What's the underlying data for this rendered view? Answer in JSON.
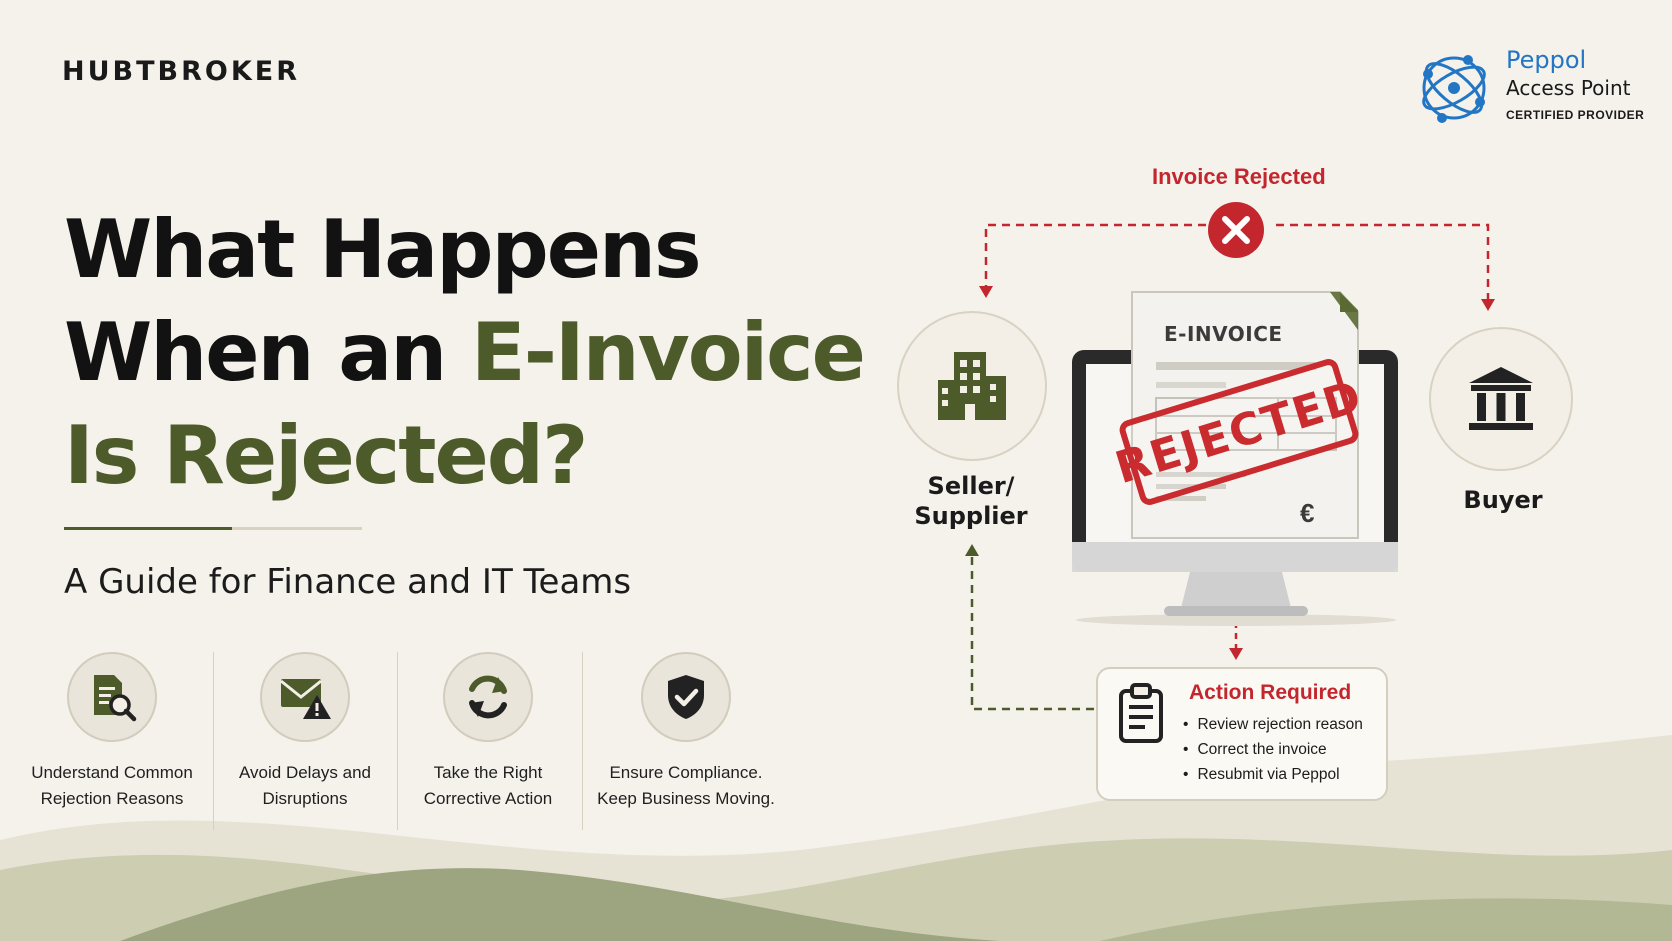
{
  "brand": {
    "logo_text": "HUBTBROKER"
  },
  "badge": {
    "line1": "Peppol",
    "line2": "Access Point",
    "line3": "CERTIFIED PROVIDER"
  },
  "headline": {
    "line1": "What Happens",
    "line2_prefix": "When an ",
    "line2_highlight": "E-Invoice",
    "line3": "Is Rejected?"
  },
  "subtitle": "A Guide for Finance and IT Teams",
  "benefits": [
    {
      "icon": "document-search-icon",
      "label": "Understand Common Rejection Reasons"
    },
    {
      "icon": "mail-warning-icon",
      "label": "Avoid Delays and Disruptions"
    },
    {
      "icon": "refresh-icon",
      "label": "Take the Right Corrective Action"
    },
    {
      "icon": "shield-check-icon",
      "label": "Ensure Compliance. Keep Business Moving."
    }
  ],
  "diagram": {
    "rejected_label": "Invoice Rejected",
    "seller_label": "Seller/ Supplier",
    "buyer_label": "Buyer",
    "document_title": "E-INVOICE",
    "stamp_text": "REJECTED",
    "currency_symbol": "€",
    "action_title": "Action Required",
    "action_items": [
      "Review rejection reason",
      "Correct the invoice",
      "Resubmit via Peppol"
    ]
  },
  "colors": {
    "accent_green": "#4d5a2a",
    "alert_red": "#c4262e",
    "peppol_blue": "#2376c4",
    "background": "#f5f2ec"
  }
}
